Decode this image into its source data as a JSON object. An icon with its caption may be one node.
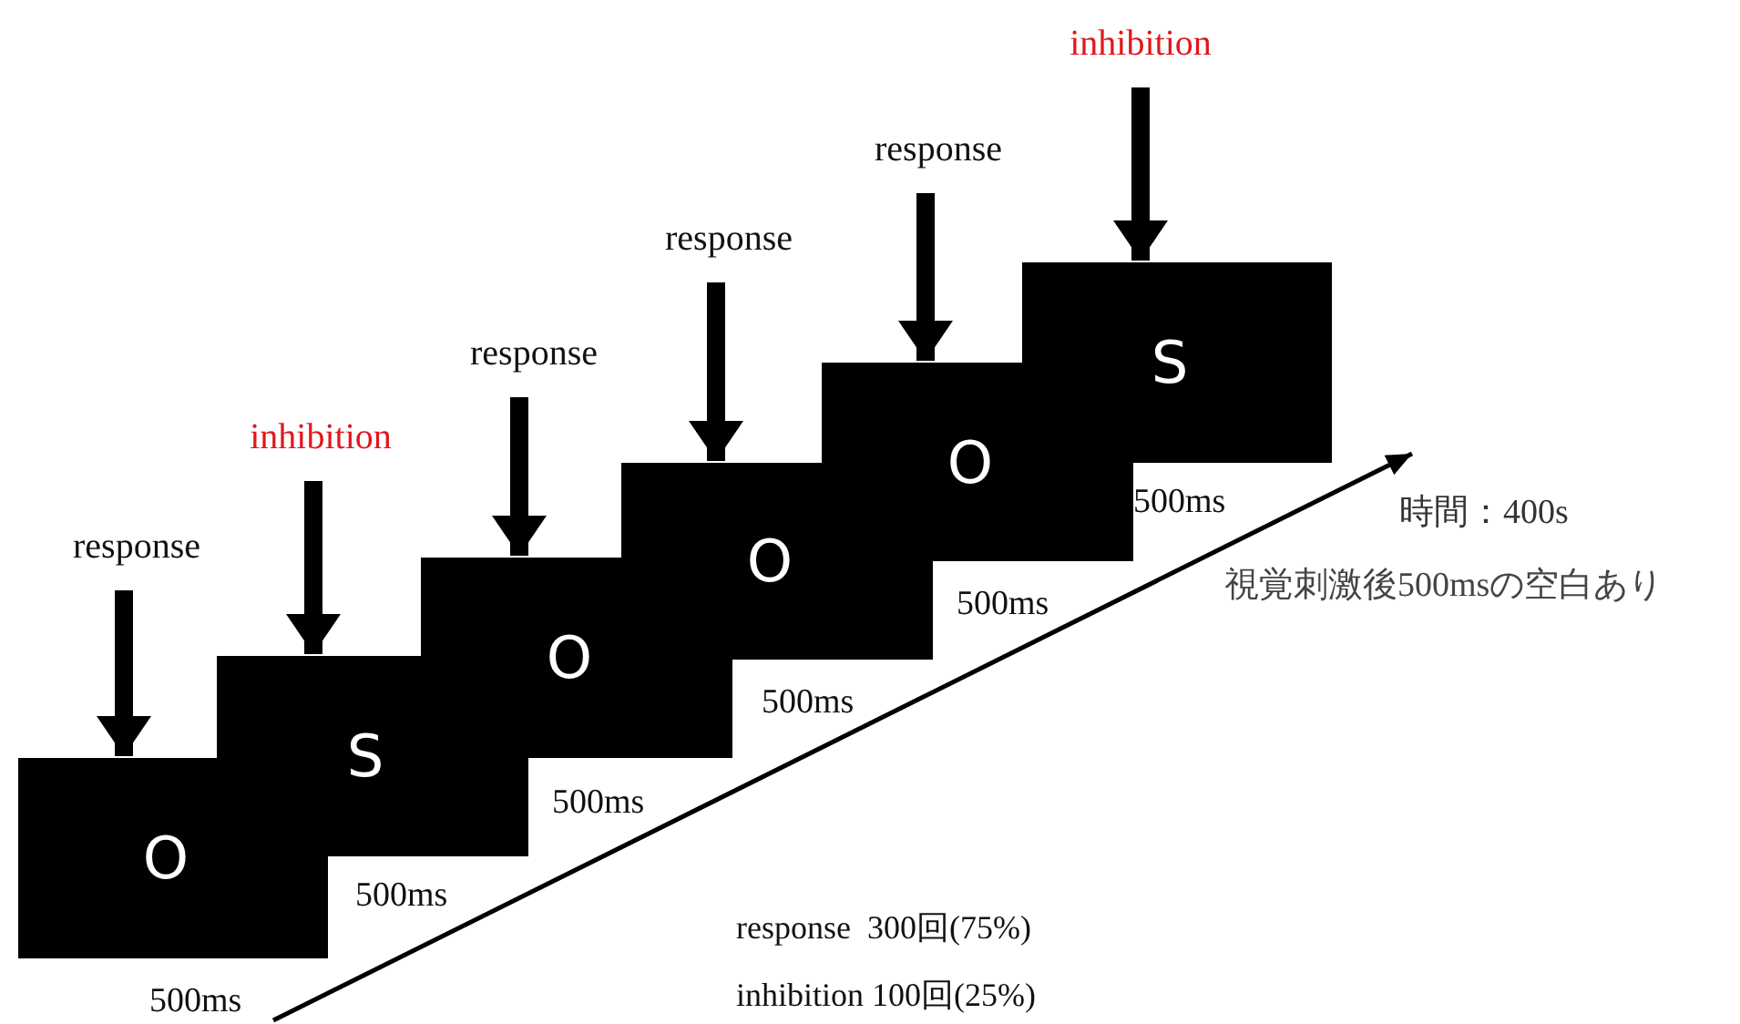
{
  "diagram": {
    "nodes": [
      {
        "text": [
          "O"
        ],
        "beside": [
          "500ms"
        ]
      },
      {
        "text": [
          "S"
        ],
        "beside": [
          "500ms"
        ]
      },
      {
        "text": [
          "O"
        ],
        "beside": [
          "500ms"
        ]
      },
      {
        "text": [
          "O"
        ],
        "beside": [
          "500ms"
        ]
      },
      {
        "text": [
          "O"
        ],
        "beside": [
          "500ms"
        ]
      },
      {
        "text": [
          "S"
        ],
        "beside": [
          "500ms"
        ]
      },
      {
        "text": [
          "response"
        ]
      },
      {
        "text": [
          "inhibition"
        ]
      },
      {
        "text": [
          "response"
        ]
      },
      {
        "text": [
          "response"
        ]
      },
      {
        "text": [
          "response"
        ]
      },
      {
        "text": [
          "inhibition"
        ]
      }
    ],
    "edges": [
      {
        "from": 6,
        "to": 0,
        "arrow": "to"
      },
      {
        "from": 7,
        "to": 1,
        "arrow": "to"
      },
      {
        "from": 8,
        "to": 2,
        "arrow": "to"
      },
      {
        "from": 9,
        "to": 3,
        "arrow": "to"
      },
      {
        "from": 10,
        "to": 4,
        "arrow": "to"
      },
      {
        "from": 11,
        "to": 5,
        "arrow": "to"
      }
    ],
    "labels": [
      "時間：400s",
      "視覚刺激後500msの空白あり",
      "response  300回(75%)",
      "inhibition 100回(25%)"
    ]
  }
}
